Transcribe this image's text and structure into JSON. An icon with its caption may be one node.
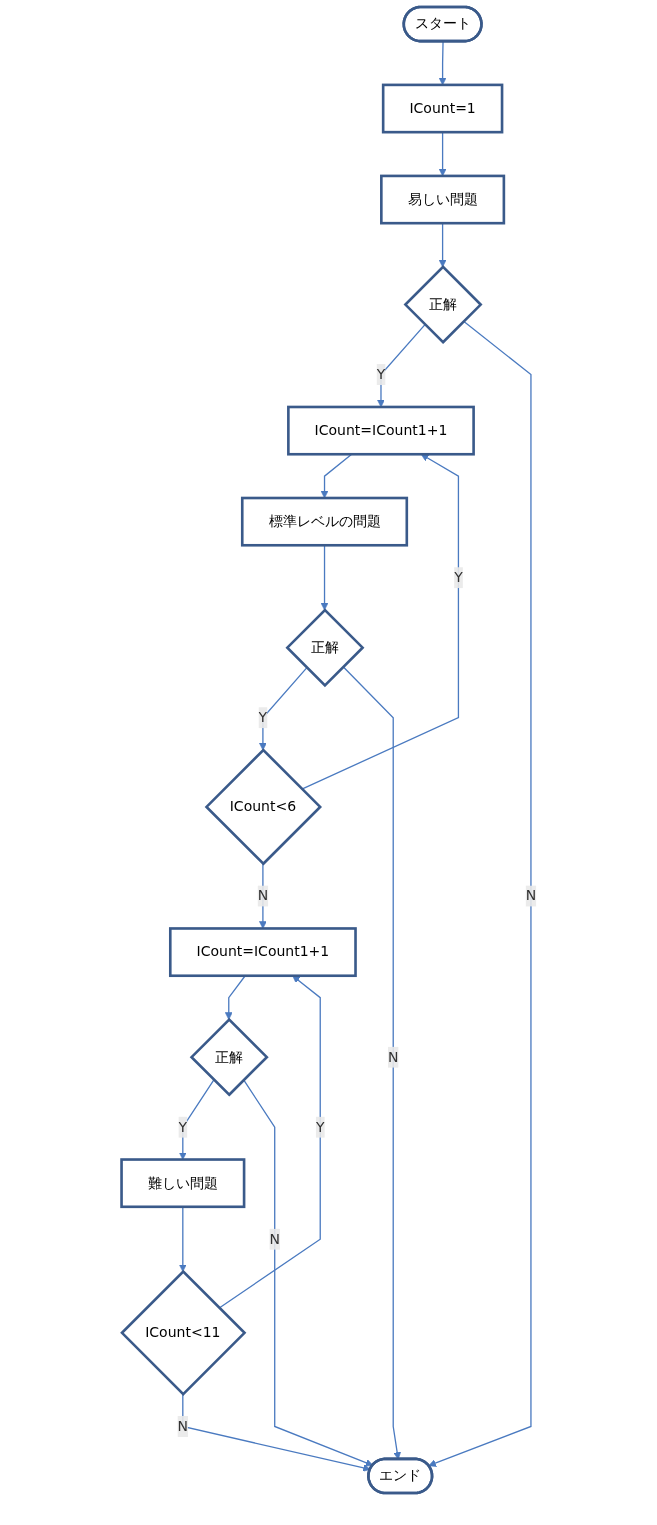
{
  "diagram": {
    "nodes": [
      {
        "text": [
          "スタート"
        ]
      },
      {
        "text": [
          "ICount=1"
        ]
      },
      {
        "text": [
          "易しい問題"
        ]
      },
      {
        "text": [
          "正解"
        ]
      },
      {
        "text": [
          "ICount=ICount1+1"
        ]
      },
      {
        "text": [
          "標準レベルの問題"
        ]
      },
      {
        "text": [
          "正解"
        ]
      },
      {
        "text": [
          "ICount<6"
        ]
      },
      {
        "text": [
          "ICount=ICount1+1"
        ]
      },
      {
        "text": [
          "正解"
        ]
      },
      {
        "text": [
          "難しい問題"
        ]
      },
      {
        "text": [
          "ICount<11"
        ]
      },
      {
        "text": [
          "エンド"
        ]
      }
    ],
    "edges": [
      {
        "from": 0,
        "to": 1,
        "arrow": "to"
      },
      {
        "from": 1,
        "to": 2,
        "arrow": "to"
      },
      {
        "from": 2,
        "to": 3,
        "arrow": "to"
      },
      {
        "from": 3,
        "to": 4,
        "label": "Y",
        "arrow": "to"
      },
      {
        "from": 4,
        "to": 5,
        "arrow": "to"
      },
      {
        "from": 5,
        "to": 6,
        "arrow": "to"
      },
      {
        "from": 6,
        "to": 7,
        "label": "Y",
        "arrow": "to"
      },
      {
        "from": 7,
        "to": 4,
        "label": "Y",
        "arrow": "to"
      },
      {
        "from": 7,
        "to": 8,
        "label": "N",
        "arrow": "to"
      },
      {
        "from": 8,
        "to": 9,
        "arrow": "to"
      },
      {
        "from": 9,
        "to": 10,
        "label": "Y",
        "arrow": "to"
      },
      {
        "from": 10,
        "to": 11,
        "arrow": "to"
      },
      {
        "from": 11,
        "to": 8,
        "label": "Y",
        "arrow": "to"
      },
      {
        "from": 11,
        "to": 12,
        "label": "N",
        "arrow": "to"
      },
      {
        "from": 3,
        "to": 12,
        "label": "N",
        "arrow": "to"
      },
      {
        "from": 6,
        "to": 12,
        "label": "N",
        "arrow": "to"
      },
      {
        "from": 9,
        "to": 12,
        "label": "N",
        "arrow": "to"
      }
    ]
  }
}
